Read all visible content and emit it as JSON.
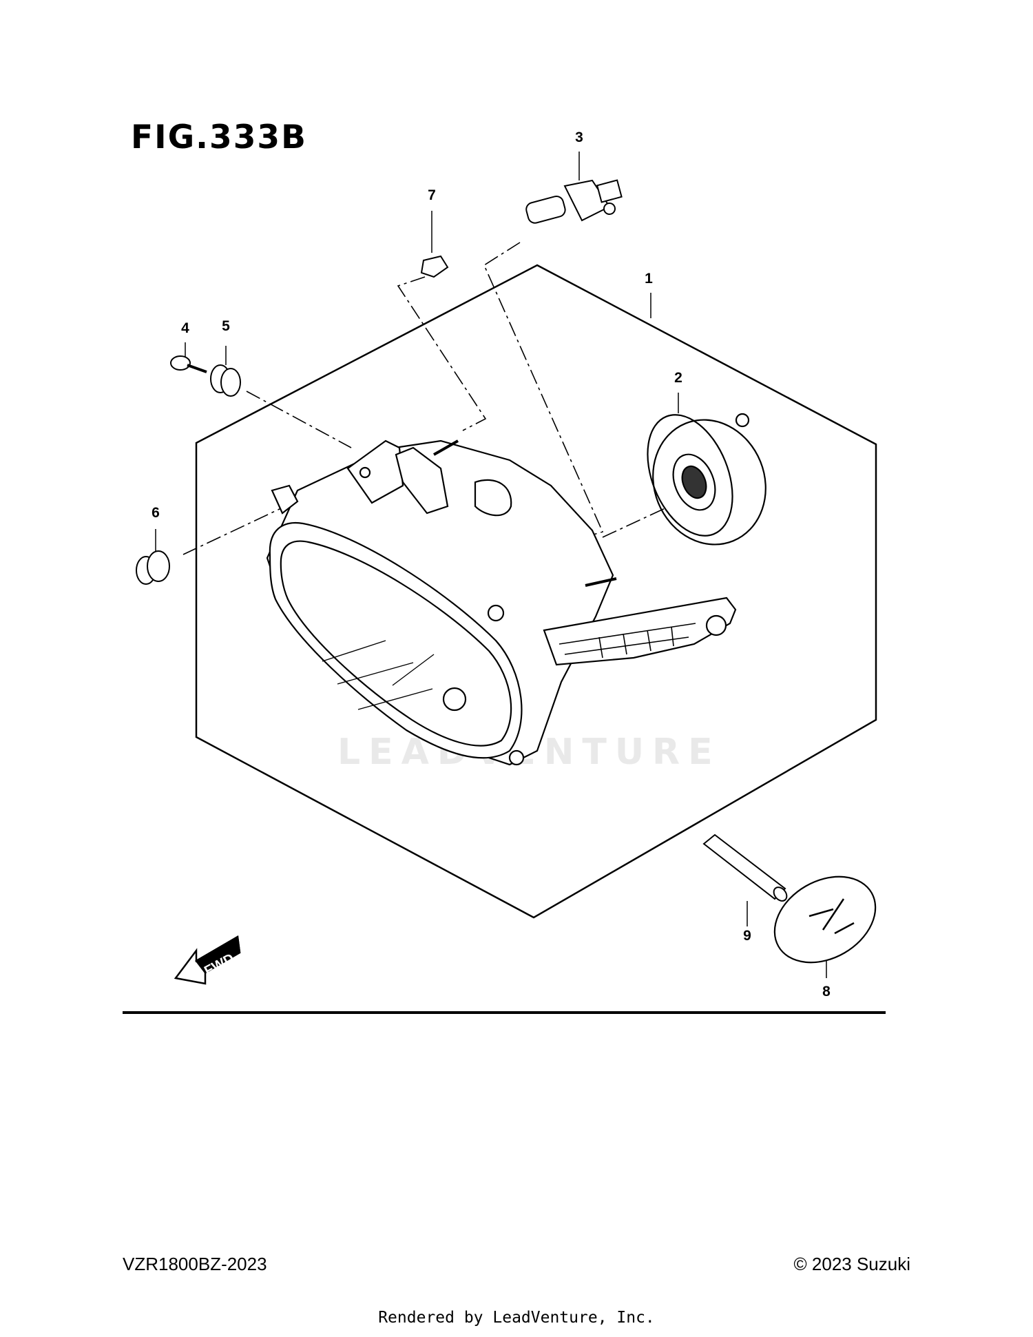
{
  "figure": {
    "title": "FIG.333B"
  },
  "callouts": [
    "1",
    "2",
    "3",
    "4",
    "5",
    "6",
    "7",
    "8",
    "9"
  ],
  "direction_arrow": {
    "label": "FWD"
  },
  "watermark": "LEADVENTURE",
  "footer": {
    "model": "VZR1800BZ-2023",
    "copyright": "© 2023 Suzuki",
    "rendered_by": "Rendered by LeadVenture, Inc."
  }
}
